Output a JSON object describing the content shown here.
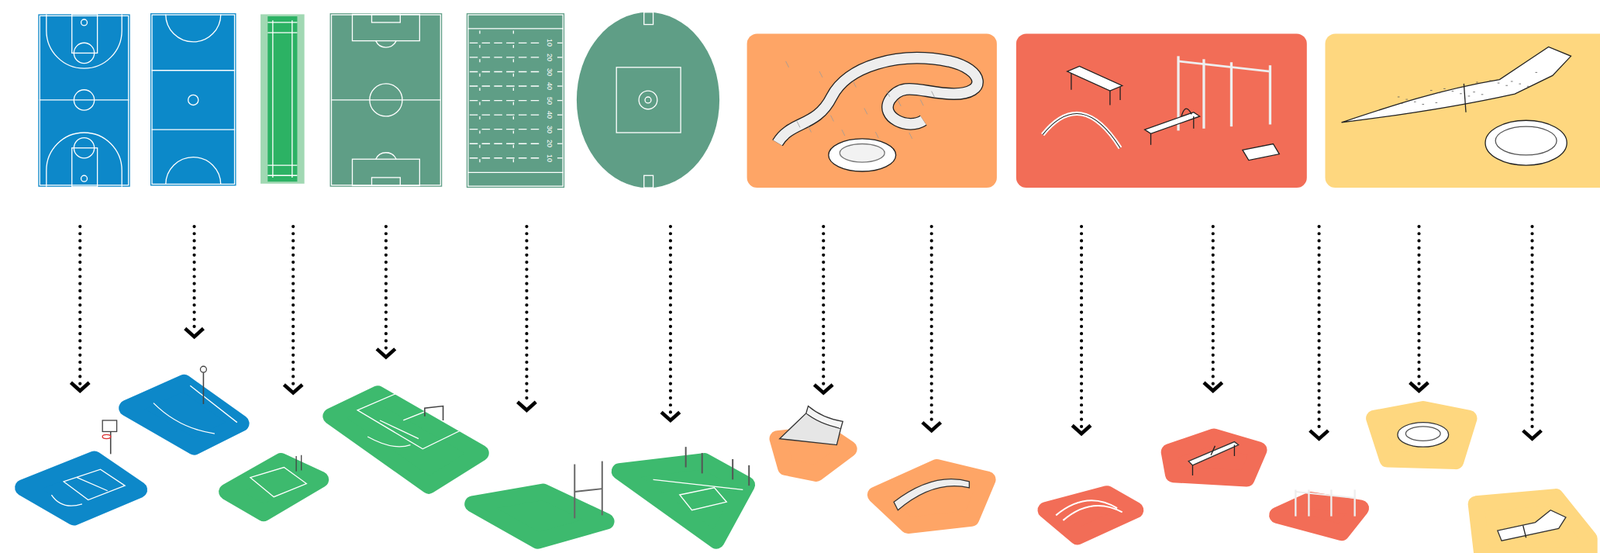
{
  "diagram": {
    "labels": [
      "10",
      "20",
      "30",
      "40",
      "50",
      "40",
      "30",
      "20",
      "10"
    ]
  }
}
